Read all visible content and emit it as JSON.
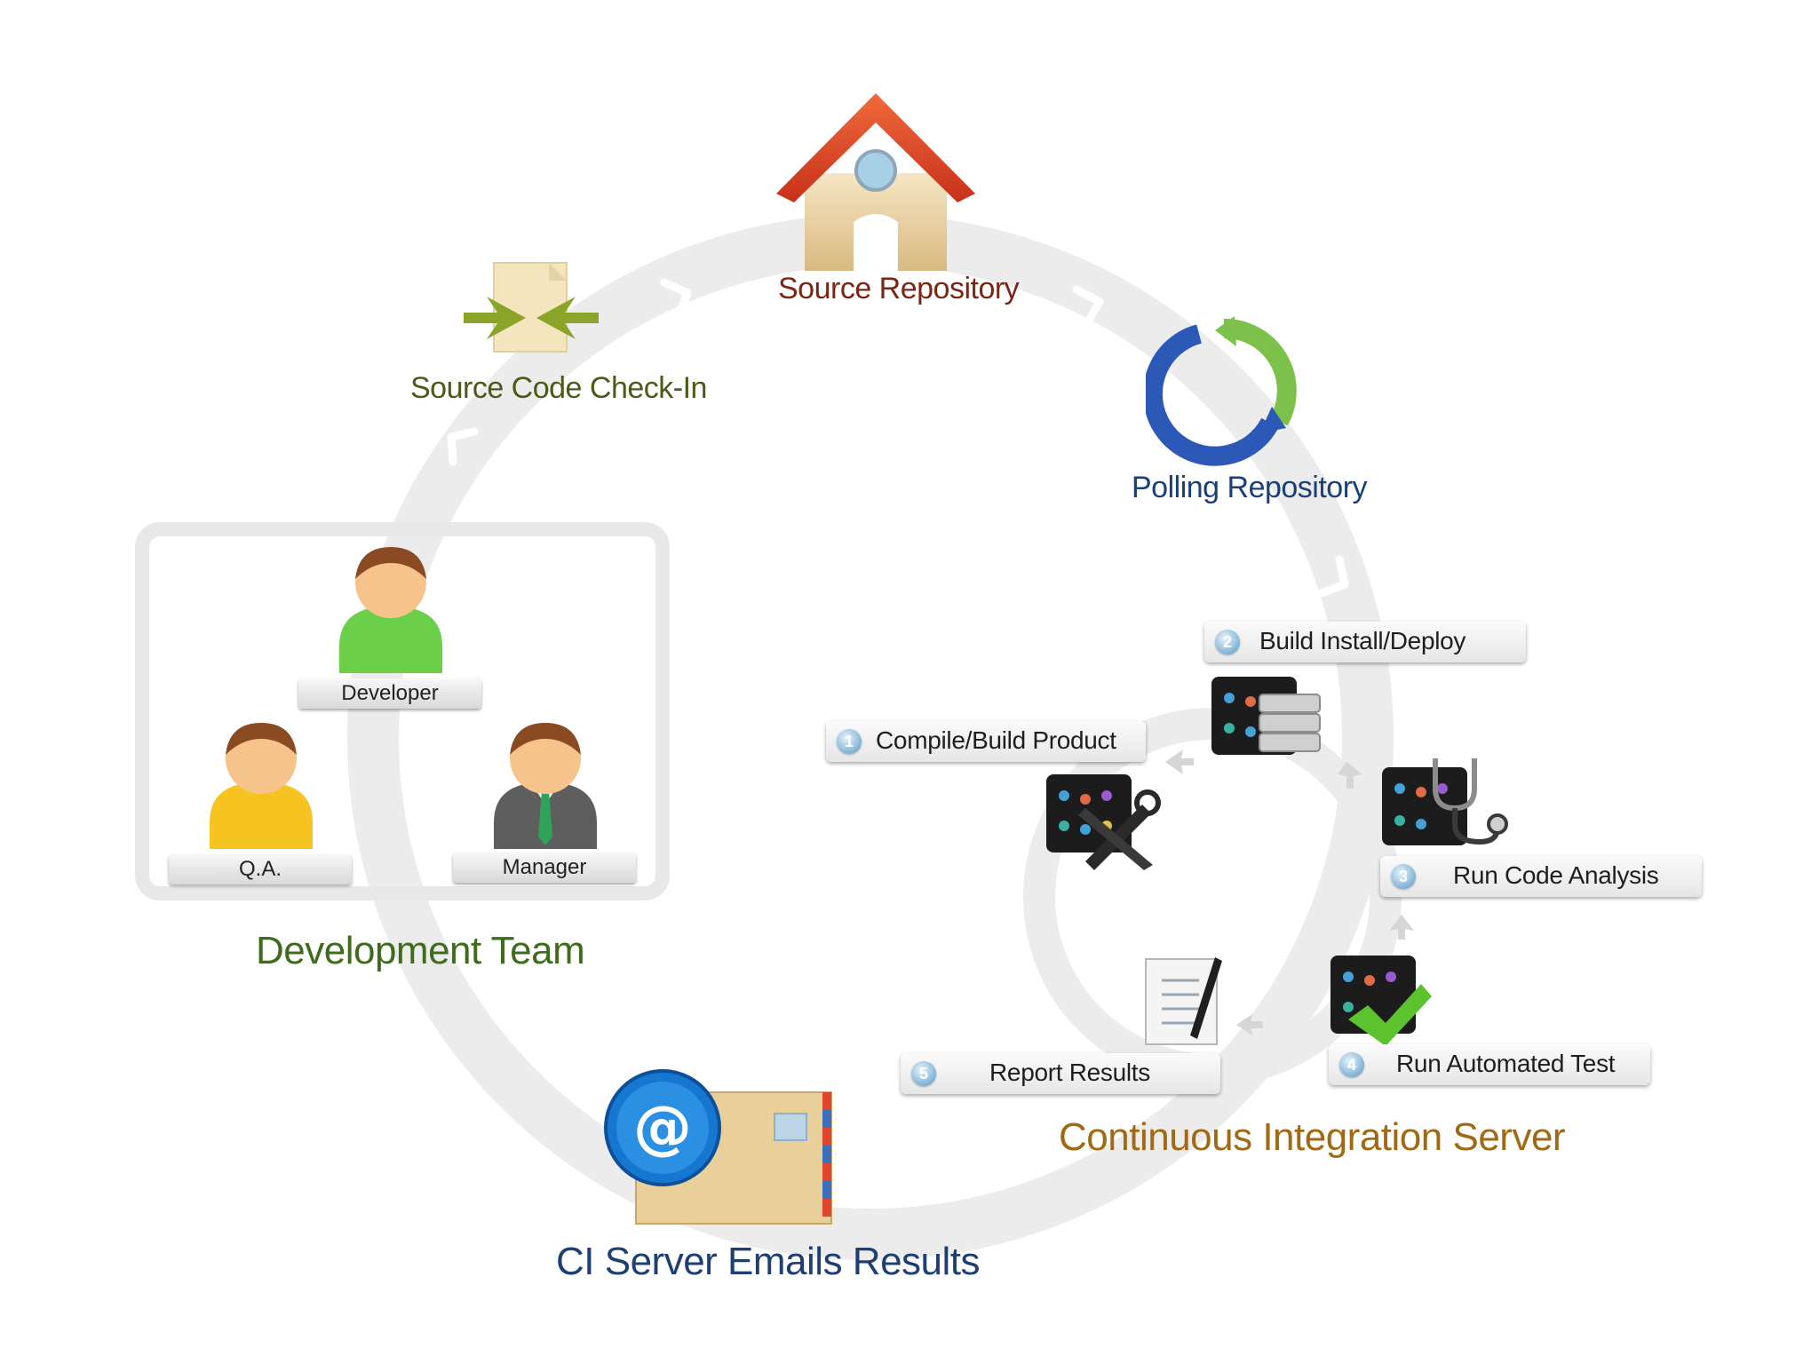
{
  "diagram": {
    "source_repository": "Source Repository",
    "source_code_checkin": "Source Code Check-In",
    "polling_repository": "Polling Repository",
    "development_team": "Development Team",
    "roles": {
      "developer": "Developer",
      "qa": "Q.A.",
      "manager": "Manager"
    },
    "ci_server": "Continuous Integration Server",
    "ci_emails": "CI Server Emails Results",
    "steps": [
      {
        "num": "1",
        "label": "Compile/Build Product"
      },
      {
        "num": "2",
        "label": "Build Install/Deploy"
      },
      {
        "num": "3",
        "label": "Run Code Analysis"
      },
      {
        "num": "4",
        "label": "Run Automated Test"
      },
      {
        "num": "5",
        "label": "Report Results"
      }
    ]
  },
  "colors": {
    "repo_label": "#7a2616",
    "checkin_label": "#4b5a1a",
    "polling_label": "#1d3f78",
    "team_label": "#3f6b1c",
    "ci_label": "#a06a14",
    "email_label": "#1e3f73",
    "cycle": "#ececec"
  }
}
